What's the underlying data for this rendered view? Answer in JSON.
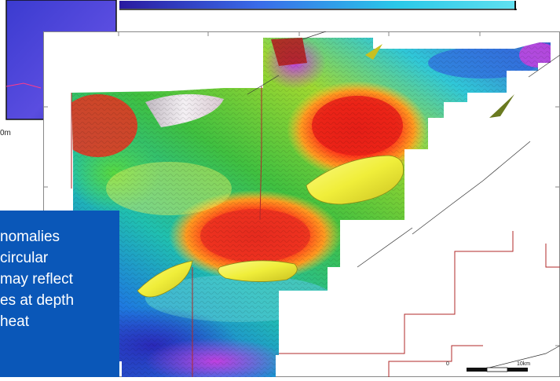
{
  "inset": {
    "scale_label": "0m"
  },
  "caption": {
    "lines": [
      "nomalies",
      "circular",
      "may reflect",
      "es at depth",
      "heat"
    ]
  },
  "scale_bar": {
    "start_label": "0",
    "end_label": "10km"
  },
  "colors": {
    "caption_background": "#0a57b8",
    "anomaly_high": "#e0201a",
    "anomaly_low": "#2a2ab8",
    "intrusion_body": "#f0ee3a",
    "tenement_boundary": "#b02a2a"
  },
  "legend_items": [
    "magnetic-intensity-colour-ramp",
    "interpreted-intrusive-bodies",
    "tenement-boundary"
  ]
}
